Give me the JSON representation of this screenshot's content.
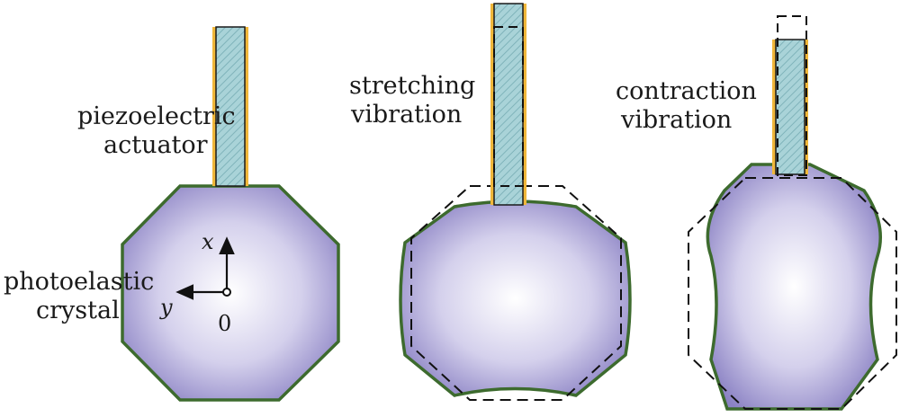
{
  "labels": {
    "piezo_line1": "piezoelectric",
    "piezo_line2": "actuator",
    "stretch_line1": "stretching",
    "stretch_line2": "vibration",
    "contract_line1": "contraction",
    "contract_line2": "vibration",
    "crystal_line1": "photoelastic",
    "crystal_line2": "crystal",
    "axis_x": "x",
    "axis_y": "y",
    "origin": "0"
  },
  "colors": {
    "crystal_edge": "#3d6b2e",
    "crystal_fill_center": "#ffffff",
    "crystal_fill_edge": "#8b82c4",
    "actuator_fill": "#a9d3d8",
    "actuator_electrode": "#f0b73a",
    "outline_dashed": "#111111"
  }
}
